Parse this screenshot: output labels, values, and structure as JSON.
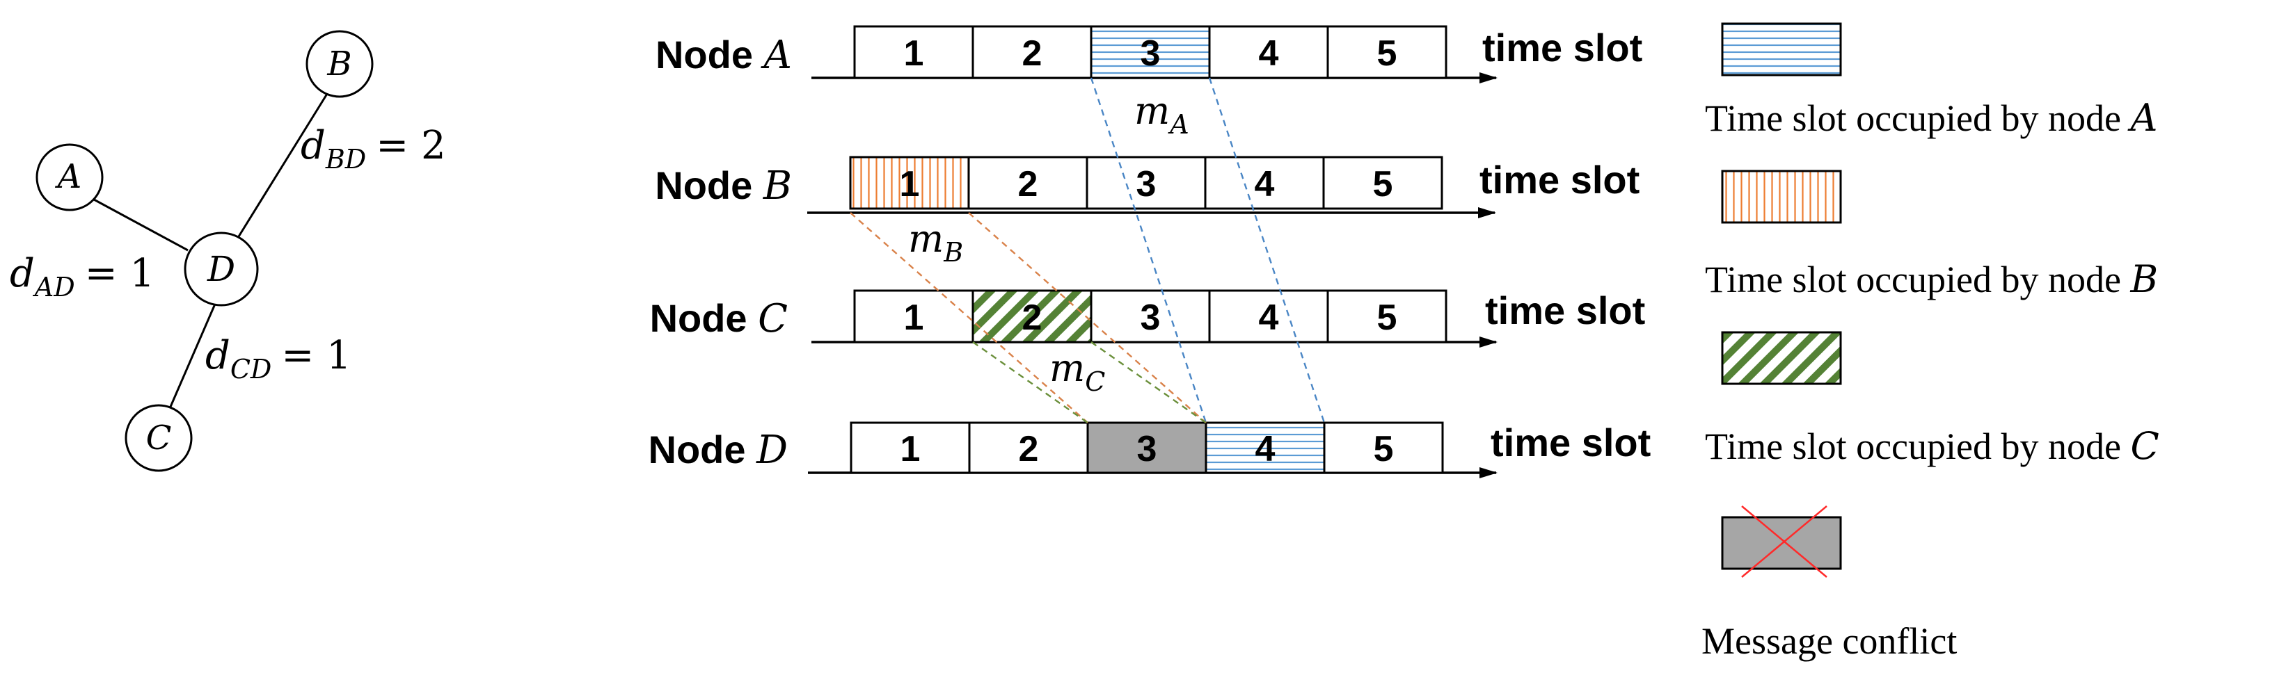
{
  "graph": {
    "nodes": [
      {
        "id": "A",
        "label": "A"
      },
      {
        "id": "B",
        "label": "B"
      },
      {
        "id": "C",
        "label": "C"
      },
      {
        "id": "D",
        "label": "D"
      }
    ],
    "edges": [
      {
        "from": "A",
        "to": "D",
        "d": "d",
        "sub": "AD",
        "eq": "= 1"
      },
      {
        "from": "B",
        "to": "D",
        "d": "d",
        "sub": "BD",
        "eq": "= 2"
      },
      {
        "from": "C",
        "to": "D",
        "d": "d",
        "sub": "CD",
        "eq": "= 1"
      }
    ]
  },
  "timeline": {
    "axis_label": "time slot",
    "slot_labels": [
      "1",
      "2",
      "3",
      "4",
      "5"
    ],
    "rows": [
      {
        "prefix": "Node",
        "node": "A",
        "fills": [
          "none",
          "none",
          "blue",
          "none",
          "none"
        ]
      },
      {
        "prefix": "Node",
        "node": "B",
        "fills": [
          "orange",
          "none",
          "none",
          "none",
          "none"
        ]
      },
      {
        "prefix": "Node",
        "node": "C",
        "fills": [
          "none",
          "green",
          "none",
          "none",
          "none"
        ]
      },
      {
        "prefix": "Node",
        "node": "D",
        "fills": [
          "none",
          "none",
          "gray",
          "blue",
          "none"
        ]
      }
    ],
    "messages": [
      {
        "m": "m",
        "sub": "A",
        "color": "#4a86c5"
      },
      {
        "m": "m",
        "sub": "B",
        "color": "#d9824a"
      },
      {
        "m": "m",
        "sub": "C",
        "color": "#6a8f3a"
      }
    ]
  },
  "legend": [
    {
      "pattern": "blue",
      "text": "Time slot occupied by node",
      "node": "A"
    },
    {
      "pattern": "orange",
      "text": "Time slot occupied by node",
      "node": "B"
    },
    {
      "pattern": "green",
      "text": "Time slot occupied by node",
      "node": "C"
    },
    {
      "pattern": "conflict",
      "text": "Message conflict",
      "node": ""
    }
  ]
}
